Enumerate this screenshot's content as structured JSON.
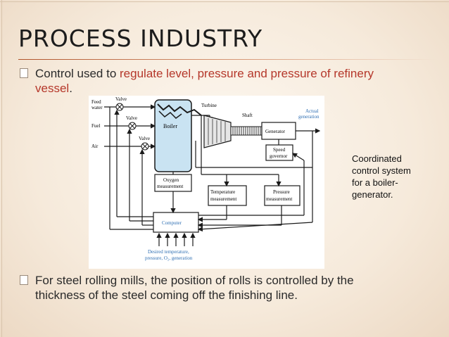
{
  "slide": {
    "title": "PROCESS INDUSTRY",
    "bullet1": {
      "prefix": "Control used to ",
      "highlight_a": "regulate level, pressure and pressure of refinery",
      "highlight_b": "vessel",
      "suffix": "."
    },
    "bullet2": {
      "line1": "For steel rolling mills, the position of rolls is controlled by the",
      "line2": "thickness of the steel coming off the finishing line."
    },
    "caption": [
      "Coordinated",
      "control system",
      "for a boiler-",
      "generator."
    ]
  },
  "diagram": {
    "labels": {
      "feed_water_1": "Feed",
      "feed_water_2": "water",
      "fuel": "Fuel",
      "air": "Air",
      "valve_top": "Valve",
      "valve_mid": "Valve",
      "valve_bot": "Valve",
      "boiler": "Boiler",
      "turbine": "Turbine",
      "shaft": "Shaft",
      "generator": "Generator",
      "actual_generation_1": "Actual",
      "actual_generation_2": "generation",
      "speed_governor_1": "Speed",
      "speed_governor_2": "governor",
      "oxygen_1": "Oxygen",
      "oxygen_2": "measurement",
      "temperature_1": "Temperature",
      "temperature_2": "measurement",
      "pressure_1": "Pressure",
      "pressure_2": "measurement",
      "computer": "Computer",
      "desired_1": "Desired temperature,",
      "desired_2": "pressure, O₂, generation"
    },
    "colors": {
      "boiler_fill": "#c9e3f2",
      "label_blue": "#2f6fb3",
      "line": "#1a1a1a"
    }
  }
}
